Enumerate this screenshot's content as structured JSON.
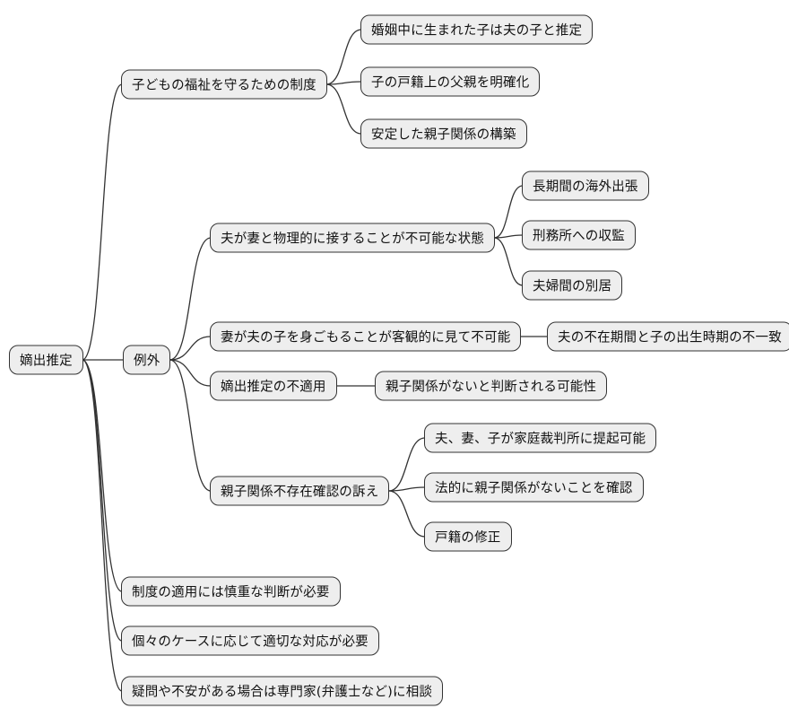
{
  "diagram_type": "mindmap",
  "colors": {
    "background": "#ffffff",
    "node_fill": "#eeeeee",
    "node_border": "#333333",
    "edge": "#333333",
    "text": "#111111"
  },
  "tree": {
    "label": "嫡出推定",
    "children": [
      {
        "label": "子どもの福祉を守るための制度",
        "children": [
          {
            "label": "婚姻中に生まれた子は夫の子と推定"
          },
          {
            "label": "子の戸籍上の父親を明確化"
          },
          {
            "label": "安定した親子関係の構築"
          }
        ]
      },
      {
        "label": "例外",
        "children": [
          {
            "label": "夫が妻と物理的に接することが不可能な状態",
            "children": [
              {
                "label": "長期間の海外出張"
              },
              {
                "label": "刑務所への収監"
              },
              {
                "label": "夫婦間の別居"
              }
            ]
          },
          {
            "label": "妻が夫の子を身ごもることが客観的に見て不可能",
            "children": [
              {
                "label": "夫の不在期間と子の出生時期の不一致"
              }
            ]
          },
          {
            "label": "嫡出推定の不適用",
            "children": [
              {
                "label": "親子関係がないと判断される可能性"
              }
            ]
          },
          {
            "label": "親子関係不存在確認の訴え",
            "children": [
              {
                "label": "夫、妻、子が家庭裁判所に提起可能"
              },
              {
                "label": "法的に親子関係がないことを確認"
              },
              {
                "label": "戸籍の修正"
              }
            ]
          }
        ]
      },
      {
        "label": "制度の適用には慎重な判断が必要"
      },
      {
        "label": "個々のケースに応じて適切な対応が必要"
      },
      {
        "label": "疑問や不安がある場合は専門家(弁護士など)に相談"
      }
    ]
  }
}
